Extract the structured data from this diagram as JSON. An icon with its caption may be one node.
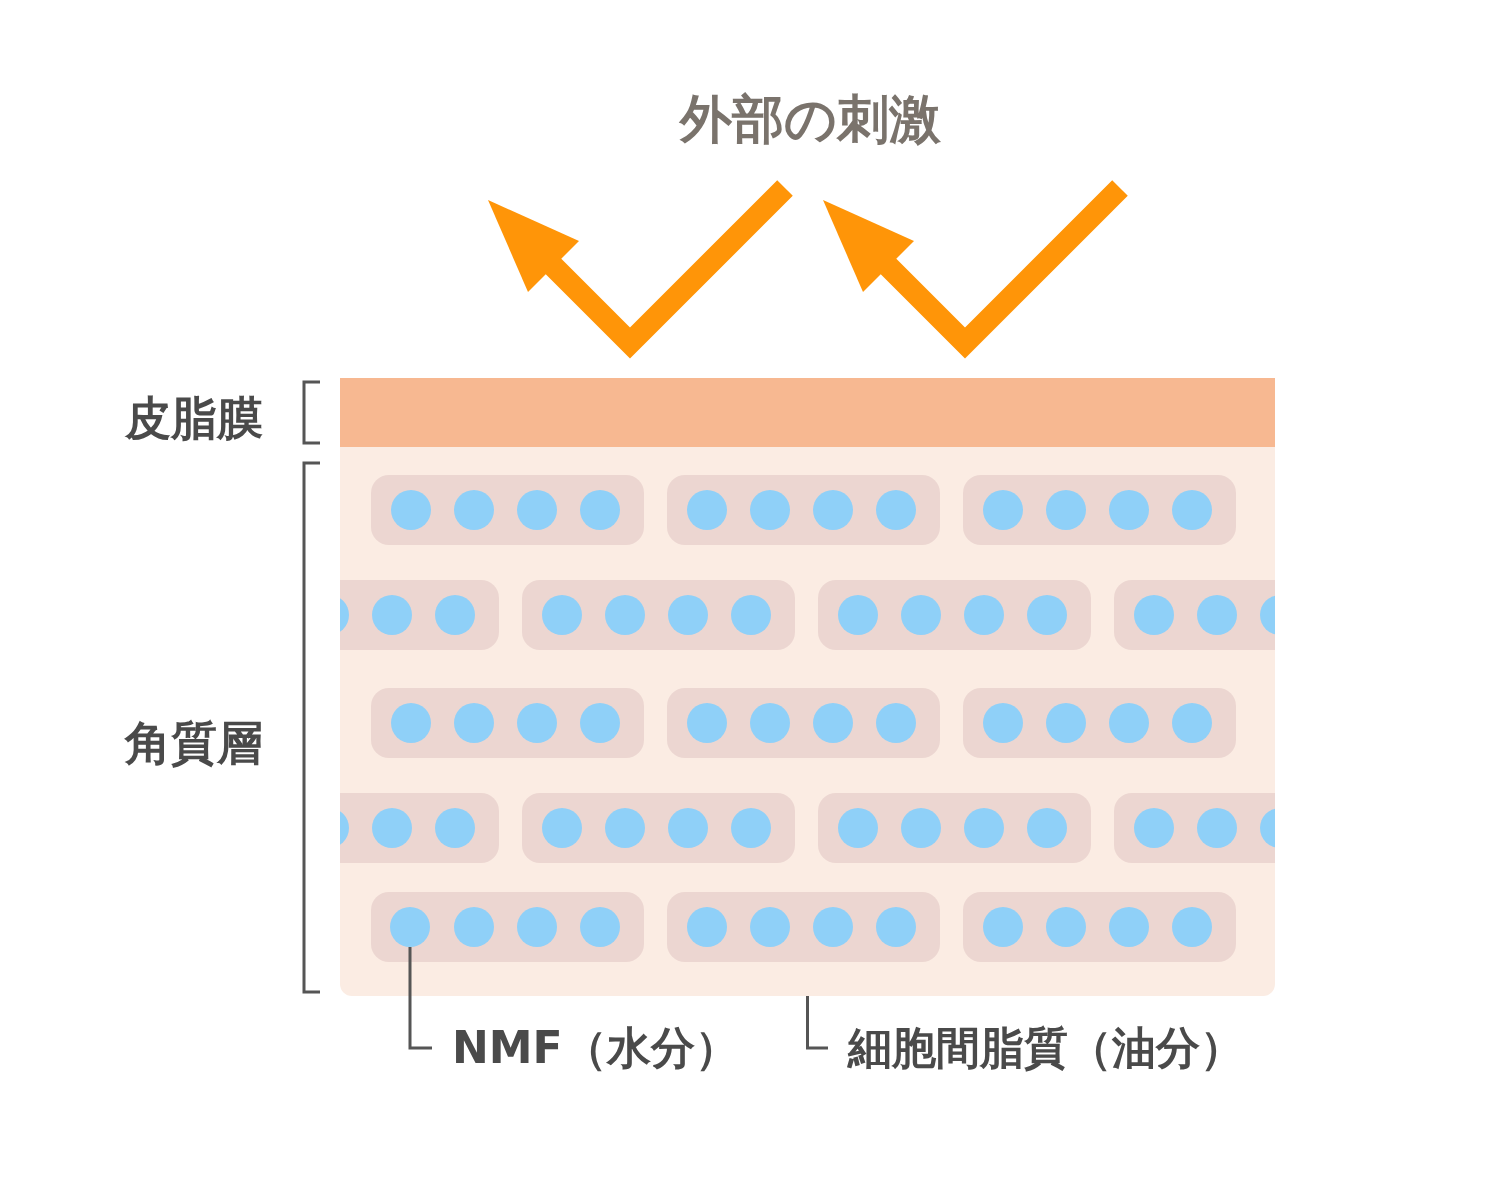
{
  "diagram": {
    "title": "外部の刺激",
    "nodes": [
      {
        "text": [
          "NMF（水分）"
        ]
      },
      {
        "text": [],
        "shape": "circle",
        "in": 2
      },
      {
        "text": [],
        "shape": "box"
      },
      {
        "text": [
          "細胞間脂質（油分）"
        ]
      },
      {
        "text": [],
        "shape": "bar"
      }
    ],
    "edges": [
      {
        "from": 0,
        "to": 1,
        "arrow": "none"
      },
      {
        "from": 3,
        "to": 2,
        "arrow": "none"
      }
    ],
    "labels": [
      "皮脂膜",
      "角質層"
    ]
  }
}
